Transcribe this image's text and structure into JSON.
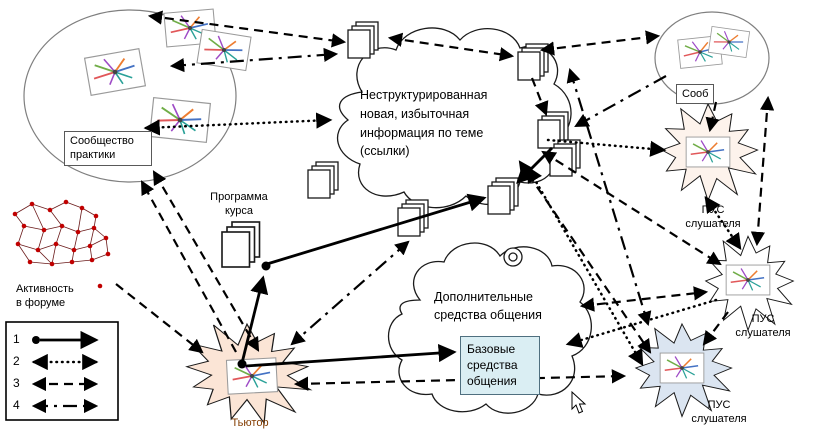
{
  "diagram": {
    "community_label": "Сообщество\nпрактики",
    "community_small_label": "Сооб",
    "cloud_top_text": "Неструктурированная\nновая, избыточная\nинформация по теме\n(ссылки)",
    "course_program_label": "Программа\nкурса",
    "cloud_bottom_text": "Дополнительные\nсредства общения",
    "basic_means_text": "Базовые\nсредства\nобщения",
    "tutor_label": "Тьютор",
    "forum_activity_label": "Активность\nв форуме",
    "pus_labels": [
      "ПУС\nслушателя",
      "ПУС\nслушателя",
      "ПУС\nслушателя"
    ]
  },
  "legend": {
    "items": [
      {
        "num": "1",
        "style": "solid-line-with-dot-and-arrow"
      },
      {
        "num": "2",
        "style": "dotted-double-arrow"
      },
      {
        "num": "3",
        "style": "dashed-double-arrow"
      },
      {
        "num": "4",
        "style": "dash-dot-double-arrow"
      }
    ]
  },
  "colors": {
    "tutor_star_fill": "#fbe5d6",
    "pus_top_star_fill": "#fdf3ec",
    "pus_mid_star_fill": "#ffffff",
    "pus_blue_star_fill": "#dbe5f1",
    "basic_means_fill": "#daeef3",
    "forum_node_color": "#c00000",
    "line_color": "#000000"
  }
}
